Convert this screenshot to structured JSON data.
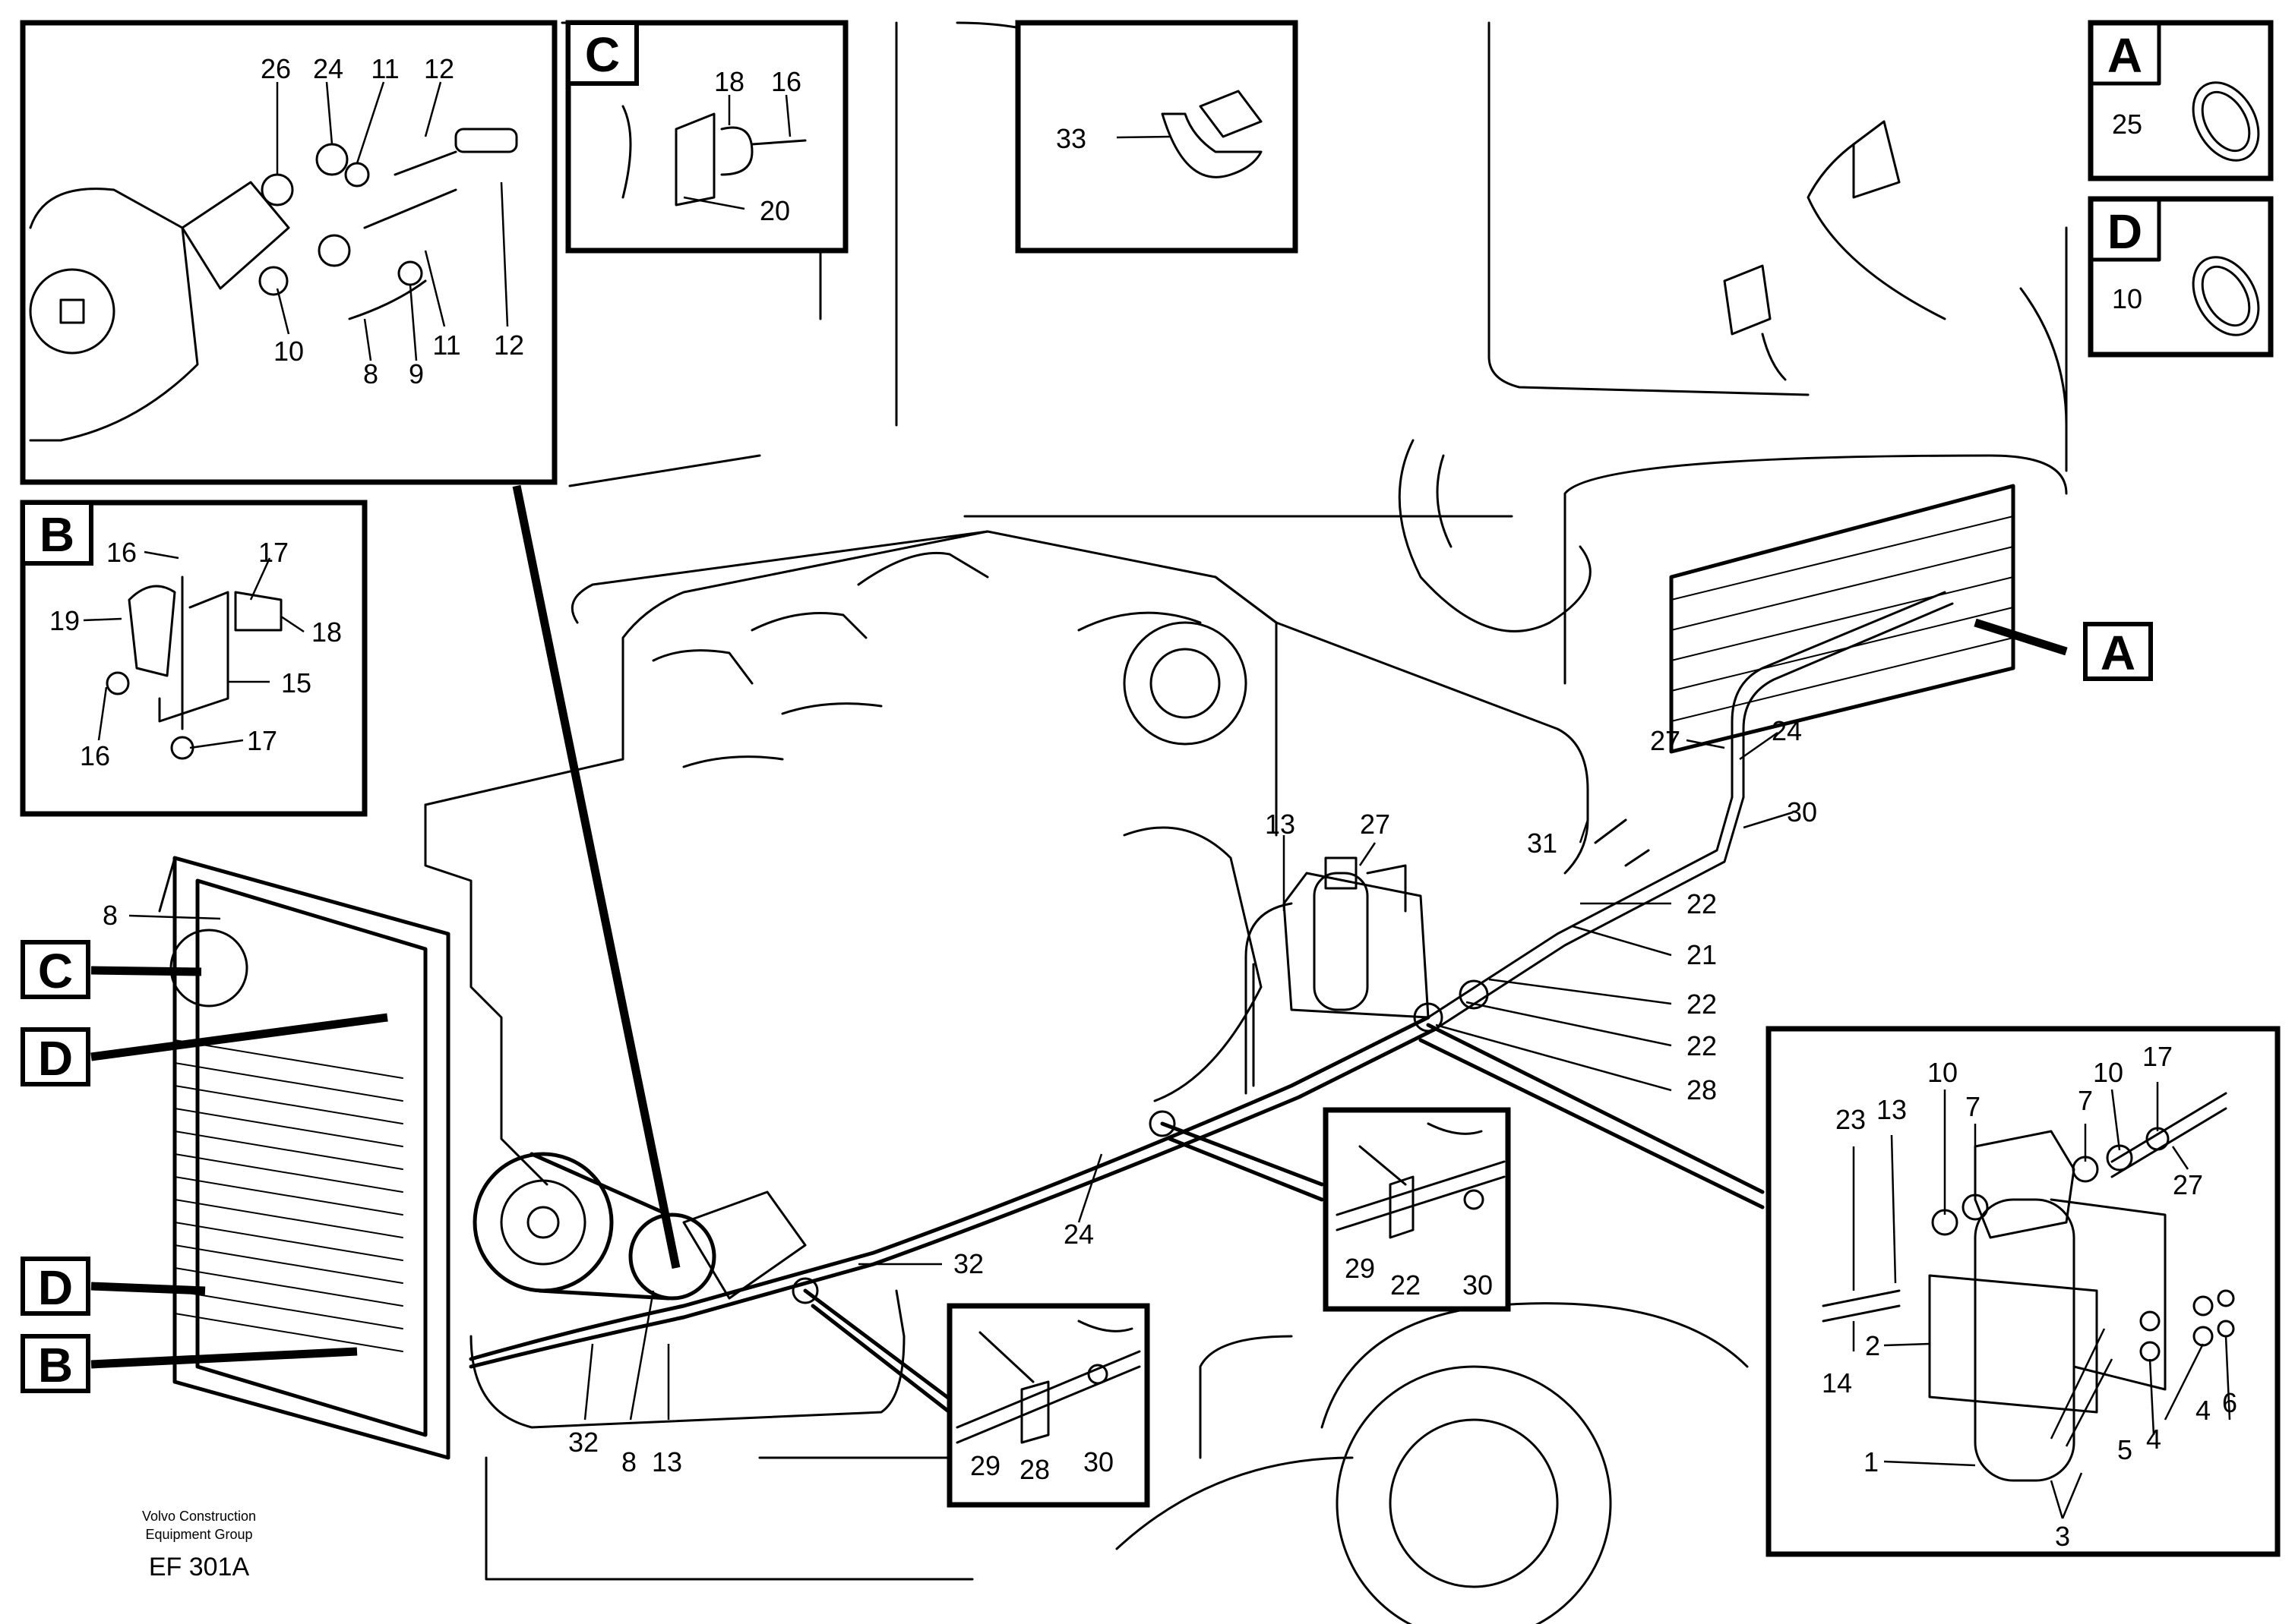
{
  "footer": {
    "publisher_line1": "Volvo Construction",
    "publisher_line2": "Equipment Group",
    "figure_ref": "EF 301A"
  },
  "detail_boxes": {
    "A": "A",
    "B": "B",
    "C": "C",
    "D": "D"
  },
  "callout_letters": {
    "A_main": "A",
    "C_left": "C",
    "D_left_upper": "D",
    "D_left_lower": "D",
    "B_left": "B"
  },
  "part_numbers": {
    "n1": "1",
    "n2": "2",
    "n3": "3",
    "n4": "4",
    "n5": "5",
    "n6": "6",
    "n7": "7",
    "n8": "8",
    "n9": "9",
    "n10": "10",
    "n11": "11",
    "n12": "12",
    "n13": "13",
    "n14": "14",
    "n15": "15",
    "n16": "16",
    "n17": "17",
    "n18": "18",
    "n19": "19",
    "n20": "20",
    "n21": "21",
    "n22": "22",
    "n23": "23",
    "n24": "24",
    "n25": "25",
    "n26": "26",
    "n27": "27",
    "n28": "28",
    "n29": "29",
    "n30": "30",
    "n31": "31",
    "n32": "32",
    "n33": "33"
  }
}
